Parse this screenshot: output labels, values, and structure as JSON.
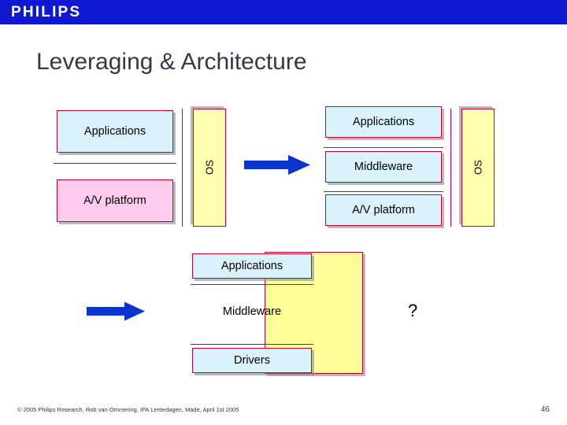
{
  "header": {
    "brand": "PHILIPS",
    "bar_color": "#1019d2"
  },
  "title": "Leveraging & Architecture",
  "colors": {
    "border_red": "#cc0033",
    "blue_block": "#d9f2fb",
    "pink_block": "#ffccee",
    "yellow_block": "#ffffb0",
    "arrow_blue": "#0033cc",
    "title_color": "#33394a"
  },
  "diagram": {
    "left_stack": {
      "applications": "Applications",
      "av_platform": "A/V platform",
      "os": "OS"
    },
    "right_stack": {
      "applications": "Applications",
      "middleware": "Middleware",
      "av_platform": "A/V platform",
      "os": "OS"
    },
    "bottom_stack": {
      "applications": "Applications",
      "middleware": "Middleware",
      "drivers": "Drivers",
      "question": "?"
    },
    "arrows": [
      {
        "name": "arrow-top",
        "direction": "right"
      },
      {
        "name": "arrow-bottom",
        "direction": "right"
      }
    ]
  },
  "footer": {
    "copyright": "© 2005 Philips Research,  Rob van Ommering, IPA Lentedagen, Made, April 1st 2005",
    "page_number": "46"
  }
}
